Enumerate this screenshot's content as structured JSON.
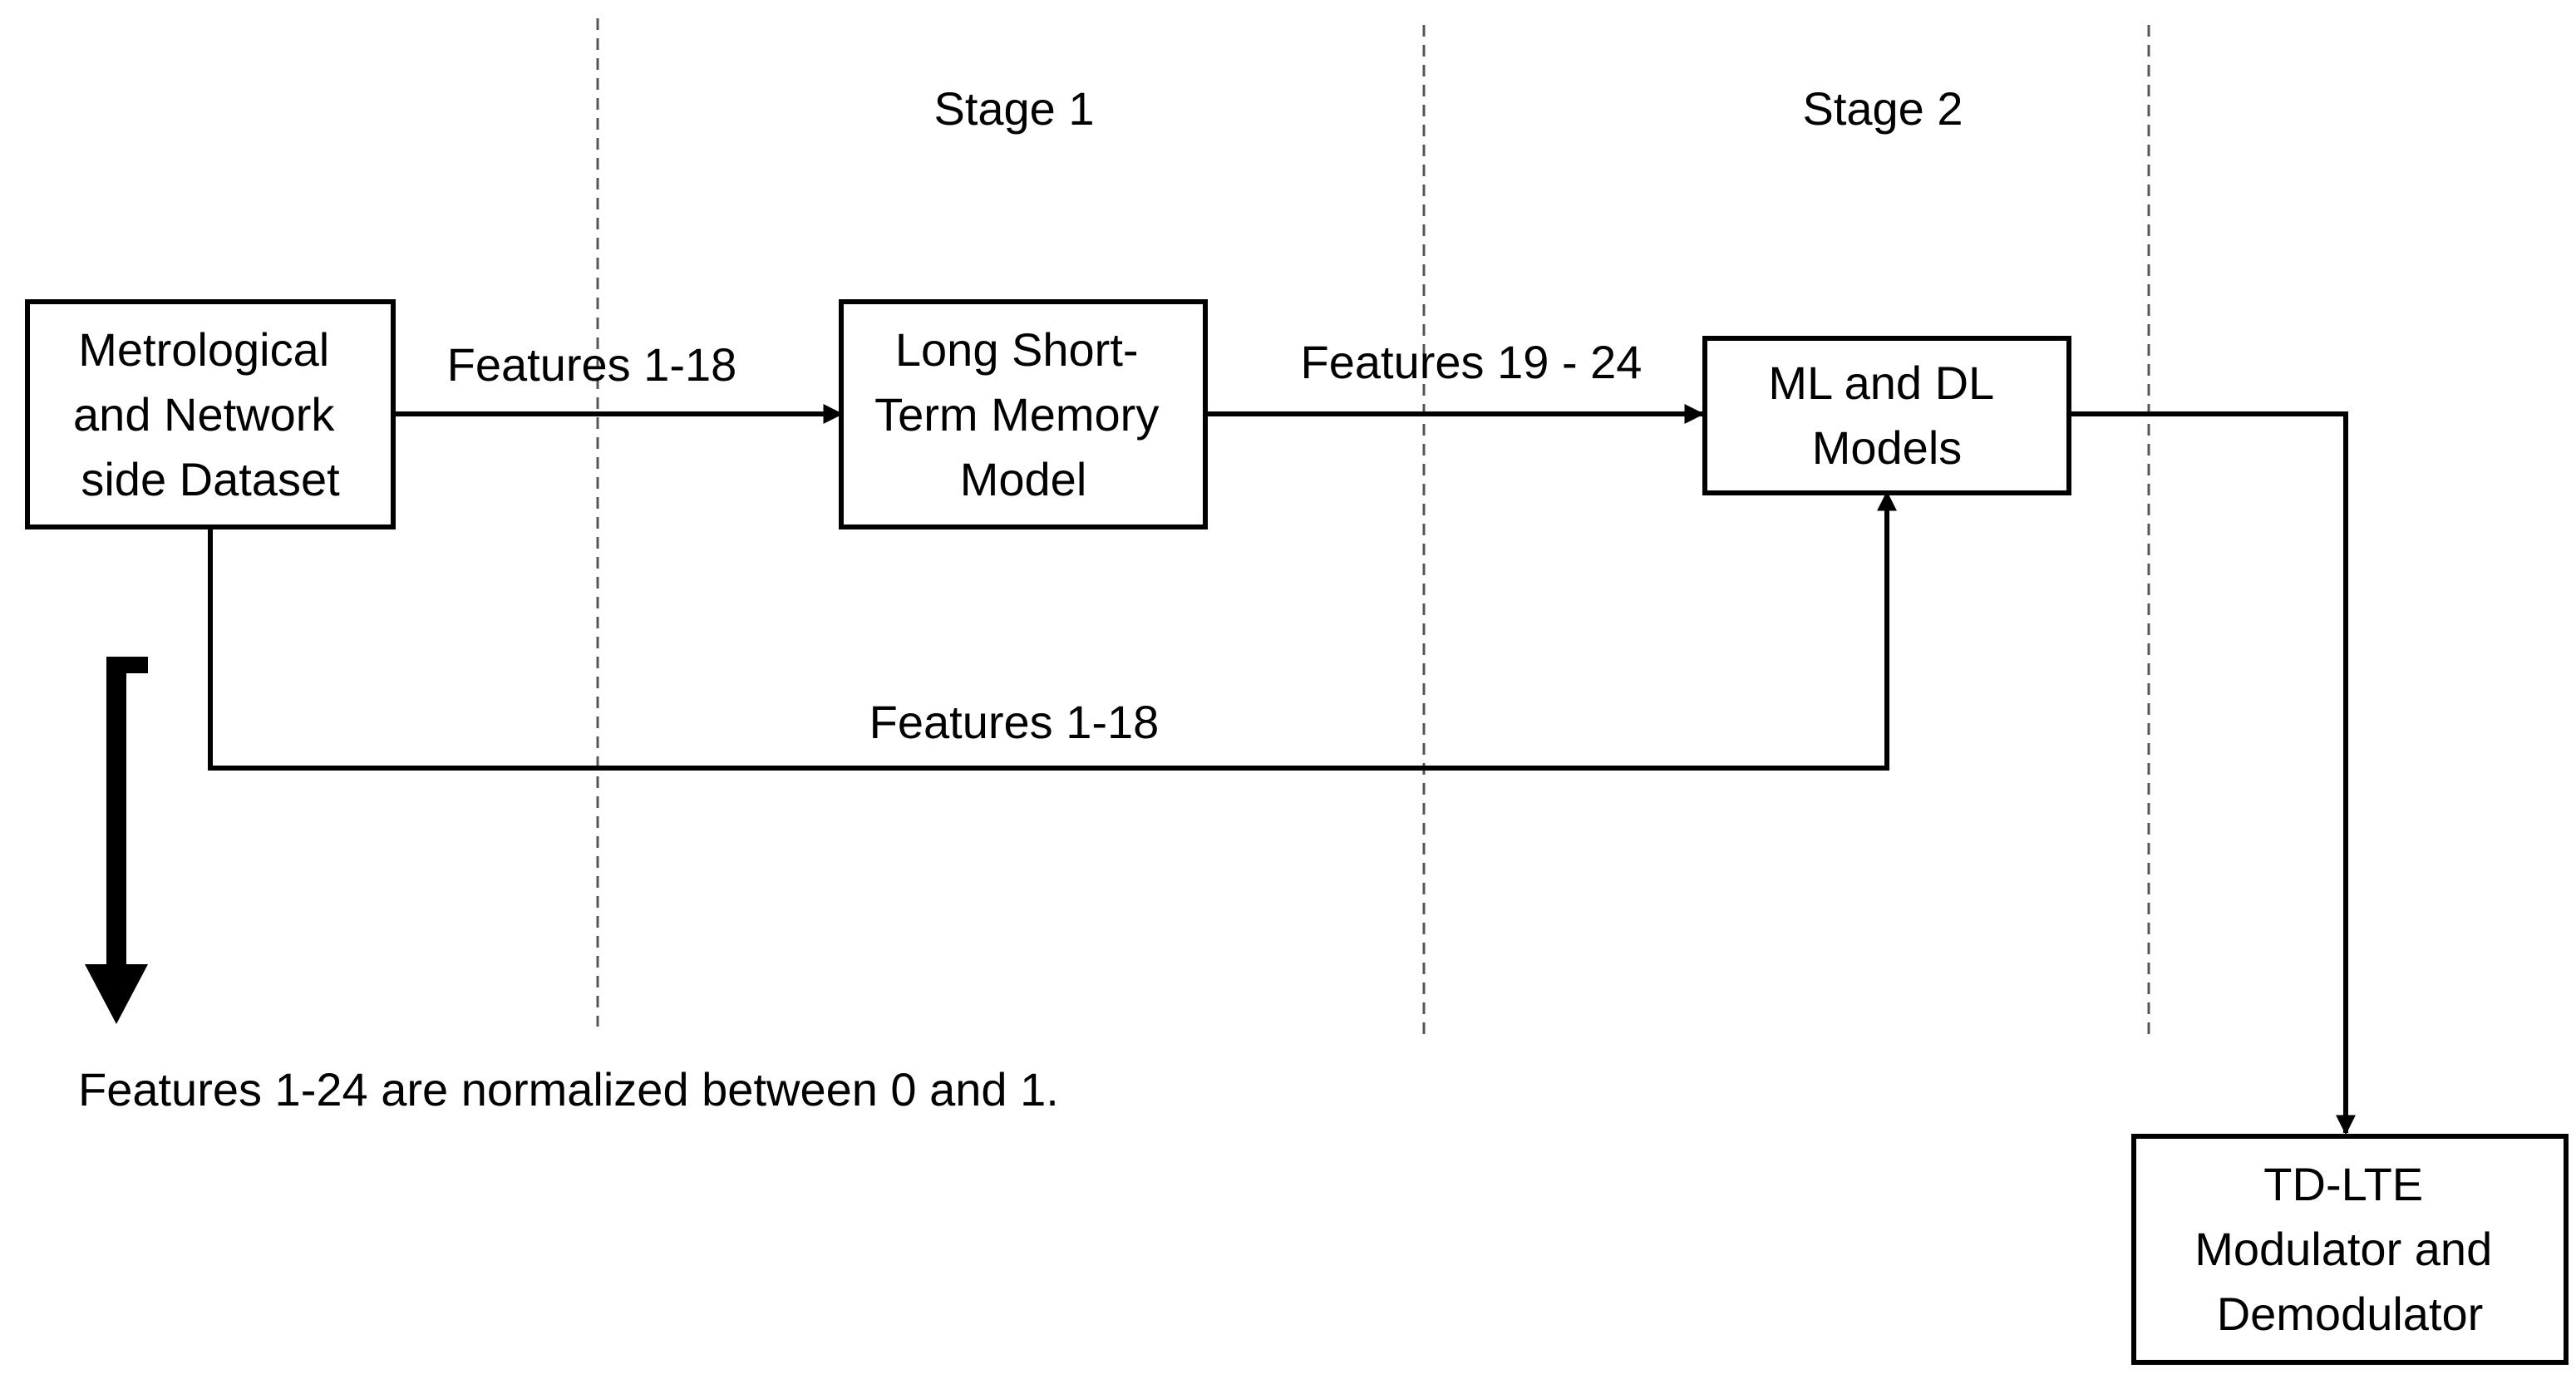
{
  "stages": [
    {
      "label": "Stage 1"
    },
    {
      "label": "Stage 2"
    }
  ],
  "nodes": {
    "dataset": {
      "lines": [
        "Metrological",
        "and Network",
        "side Dataset"
      ]
    },
    "lstm": {
      "lines": [
        "Long Short-",
        "Term Memory",
        "Model"
      ]
    },
    "ml_dl": {
      "lines": [
        "ML and DL",
        "Models"
      ]
    },
    "tdlte": {
      "lines": [
        "TD-LTE",
        "Modulator and",
        "Demodulator"
      ]
    }
  },
  "edges": {
    "dataset_to_lstm": {
      "label": "Features 1-18"
    },
    "lstm_to_models": {
      "label": "Features 19 - 24"
    },
    "dataset_to_models": {
      "label": "Features 1-18"
    },
    "models_to_tdlte": {
      "label": ""
    }
  },
  "note": {
    "text": "Features 1-24 are normalized between 0 and 1."
  }
}
